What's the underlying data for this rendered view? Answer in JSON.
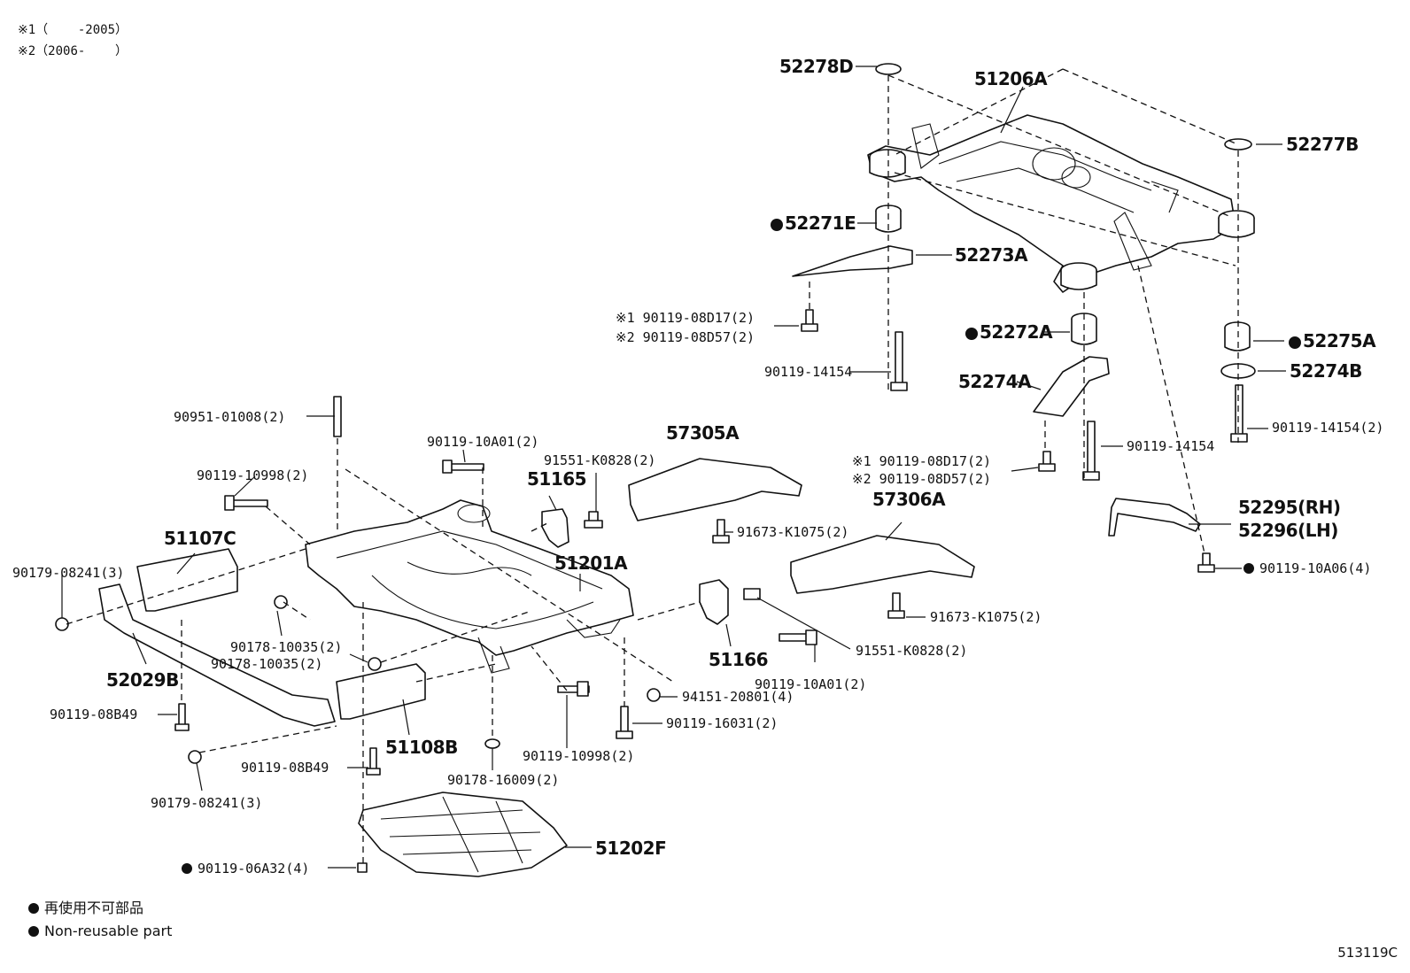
{
  "notes": [
    "※1（    -2005）",
    "※2（2006-    ）"
  ],
  "labels": {
    "p52278D": "52278D",
    "p51206A": "51206A",
    "p52277B": "52277B",
    "p52271E": "52271E",
    "p52273A": "52273A",
    "n1_08D17_a": "※1 90119-08D17(2)",
    "n2_08D57_a": "※2 90119-08D57(2)",
    "p90119_14154_a": "90119-14154",
    "p52272A": "52272A",
    "p52275A": "52275A",
    "p52274B": "52274B",
    "p52274A": "52274A",
    "p90119_14154_2": "90119-14154(2)",
    "p90119_14154_b": "90119-14154",
    "n1_08D17_b": "※1 90119-08D17(2)",
    "n2_08D57_b": "※2 90119-08D57(2)",
    "p52295": "52295(RH)",
    "p52296": "52296(LH)",
    "p90119_10A06": "90119-10A06(4)",
    "p90951": "90951-01008(2)",
    "p90119_10A01_a": "90119-10A01(2)",
    "p57305A": "57305A",
    "p91551_a": "91551-K0828(2)",
    "p51165": "51165",
    "p90119_10998_a": "90119-10998(2)",
    "p51107C": "51107C",
    "p51201A": "51201A",
    "p91673_a": "91673-K1075(2)",
    "p57306A": "57306A",
    "p90179_08241_a": "90179-08241(3)",
    "p90178_10035_a": "90178-10035(2)",
    "p90178_10035_b": "90178-10035(2)",
    "p52029B": "52029B",
    "p91673_b": "91673-K1075(2)",
    "p91551_b": "91551-K0828(2)",
    "p51166": "51166",
    "p90119_10A01_b": "90119-10A01(2)",
    "p94151": "94151-20801(4)",
    "p90119_16031": "90119-16031(2)",
    "p90119_08B49_a": "90119-08B49",
    "p51108B": "51108B",
    "p90119_10998_b": "90119-10998(2)",
    "p90119_08B49_b": "90119-08B49",
    "p90178_16009": "90178-16009(2)",
    "p90179_08241_b": "90179-08241(3)",
    "p51202F": "51202F",
    "p90119_06A32": "90119-06A32(4)"
  },
  "legend": {
    "jp": "再使用不可部品",
    "en": "Non-reusable part"
  },
  "diagram_code": "513119C"
}
